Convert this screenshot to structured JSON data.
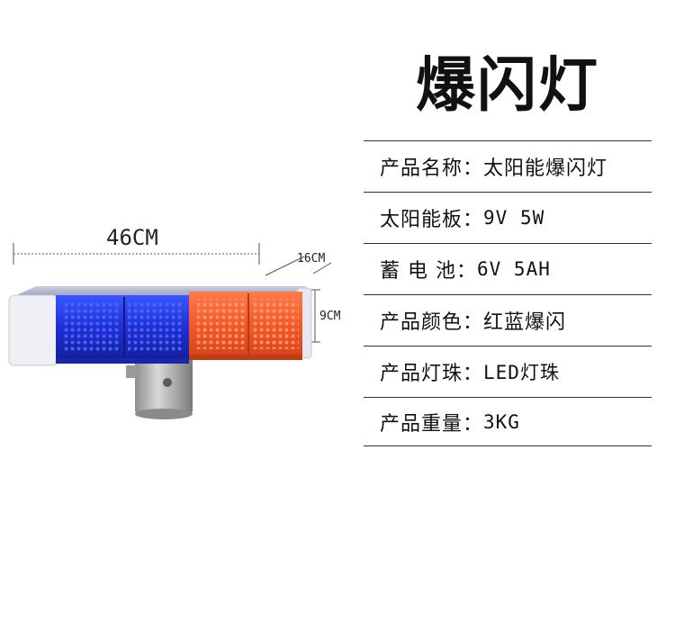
{
  "title": "爆闪灯",
  "specs": [
    {
      "label": "产品名称：",
      "value": "太阳能爆闪灯"
    },
    {
      "label": "太阳能板：",
      "value": "9V 5W"
    },
    {
      "label": "蓄 电 池：",
      "value": "6V 5AH"
    },
    {
      "label": "产品颜色：",
      "value": "红蓝爆闪"
    },
    {
      "label": "产品灯珠：",
      "value": "LED灯珠"
    },
    {
      "label": "产品重量：",
      "value": "3KG"
    }
  ],
  "dimensions": {
    "length": "46CM",
    "depth": "16CM",
    "height": "9CM"
  },
  "colors": {
    "blue_lens": "#1b2fd8",
    "red_lens": "#f25a2a",
    "housing": "#eef0f6",
    "line": "#333333"
  }
}
